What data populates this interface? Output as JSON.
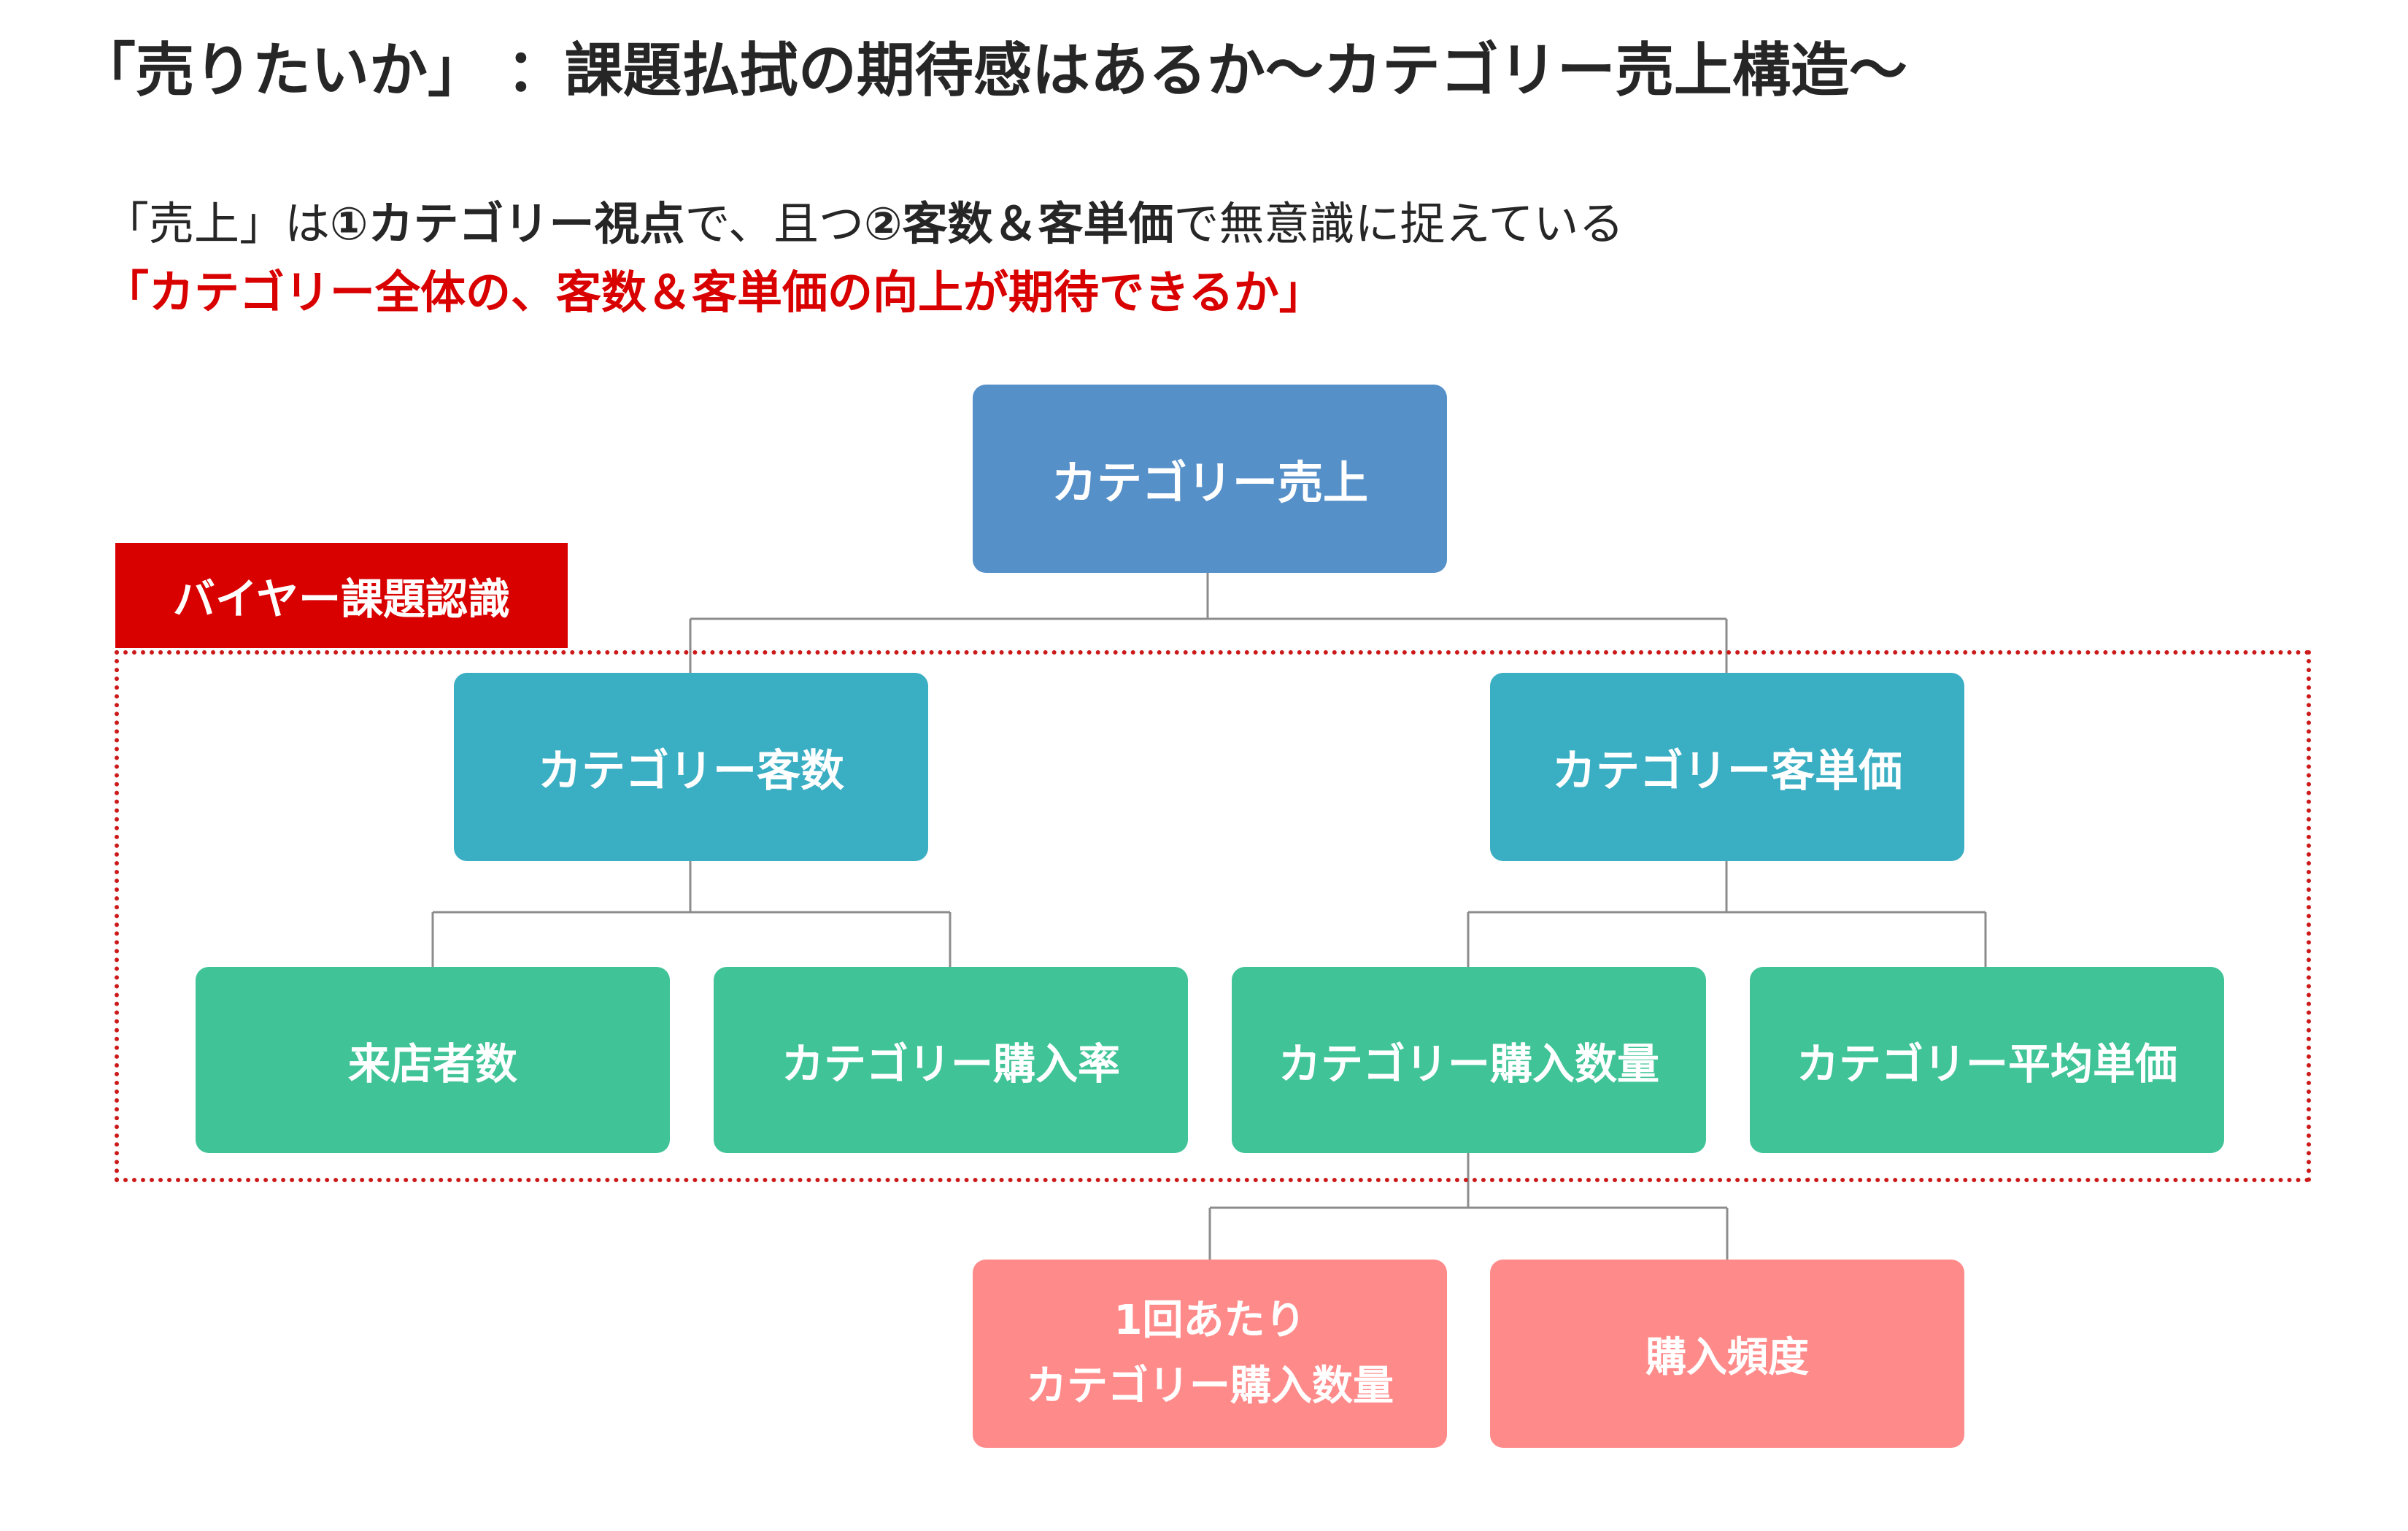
{
  "header": {
    "title": "「売りたいか」 ：課題払拭の期待感はあるか～カテゴリー売上構造～"
  },
  "subtitle": {
    "line1_part1": "「売上」は",
    "line1_bold1": "①カテゴリー視点",
    "line1_part2": "で、且つ",
    "line1_bold2": "②客数＆客単価",
    "line1_part3": "で無意識に捉えている",
    "line2": "「カテゴリー全体の、客数＆客単価の向上が期待できるか」"
  },
  "region": {
    "label": "バイヤー課題認識"
  },
  "tree": {
    "root": "カテゴリー売上",
    "level1": [
      "カテゴリー客数",
      "カテゴリー客単価"
    ],
    "level2": [
      "来店者数",
      "カテゴリー購入率",
      "カテゴリー購入数量",
      "カテゴリー平均単価"
    ],
    "level3": [
      {
        "line1": "1回あたり",
        "line2": "カテゴリー購入数量"
      },
      {
        "line1": "購入頻度",
        "line2": ""
      }
    ]
  },
  "colors": {
    "root": "#5690c9",
    "level1": "#3aaec3",
    "level2": "#40c497",
    "level3": "#ff8a8a",
    "accent_red": "#d90000",
    "connector": "#8c8c8c"
  }
}
